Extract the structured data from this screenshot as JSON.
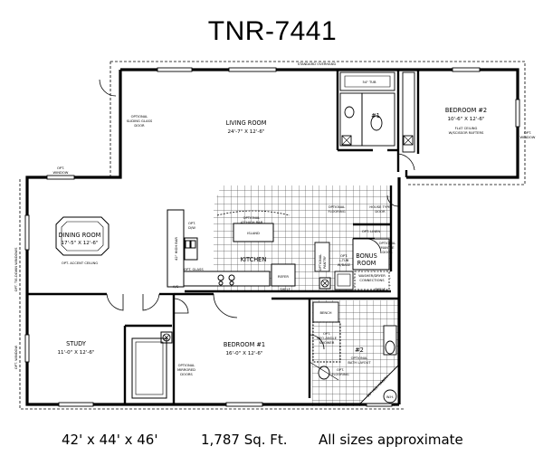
{
  "title": "TNR-7441",
  "footer": {
    "dimensions": "42' x 44' x 46'",
    "area": "1,787 Sq. Ft.",
    "disclaimer": "All sizes approximate"
  },
  "labels": {
    "standard_overhang": "STANDARD OVERHANG",
    "living_room": "LIVING ROOM",
    "living_room_size": "24'-7\" X 12'-6\"",
    "sliding_door": [
      "OPTIONAL",
      "SLIDING GLASS",
      "DOOR"
    ],
    "tub": "54\" TUB",
    "bath1": "#1",
    "bedroom2": "BEDROOM #2",
    "bedroom2_size": "10'-6\" X 12'-6\"",
    "flat_ceiling": [
      "FLAT CEILING",
      "W/SCISSOR RAFTERS"
    ],
    "window": [
      "OPT.",
      "WINDOW"
    ],
    "opt_window": "OPT. WINDOW",
    "tie_windows": "OPT. TIE-DOWN WINDOWS",
    "dining_room": "DINING ROOM",
    "dining_room_size": "17'-5\" X 12'-6\"",
    "accent_ceiling": "OPT. ACCENT CEILING",
    "optional_flooring": [
      "OPTIONAL",
      "FLOORING"
    ],
    "house_type_door": [
      "HOUSE TYPE",
      "DOOR"
    ],
    "high_bar": [
      "OPTIONAL",
      "42\"HIGH BAR"
    ],
    "island": "ISLAND",
    "kitchen": "KITCHEN",
    "opt_dw": [
      "OPT.",
      "D/W"
    ],
    "bar_42": "42\" HIGH BAR",
    "opt_glass": "OPT. GLASS",
    "refer": "REFER",
    "shelf": "SHELF",
    "ac": "A/C",
    "pantry": [
      "OPTIONAL",
      "PANTRY"
    ],
    "opt_linen": "OPT. LINEN",
    "mantle_door": [
      "OPTIONAL",
      "MANTLE",
      "DOOR"
    ],
    "bonus_room": [
      "BONUS",
      "ROOM"
    ],
    "laundry": [
      "OPT.",
      "L-TUB",
      "W/BASE"
    ],
    "washer_dryer": [
      "WASHER/DRYER",
      "CONNECTIONS"
    ],
    "shelf2": "SHELF",
    "study": "STUDY",
    "study_size": "11'-0\" X 12'-6\"",
    "bedroom1": "BEDROOM #1",
    "bedroom1_size": "16'-0\" X 12'-6\"",
    "mirrored_doors": [
      "OPTIONAL",
      "MIRRORED",
      "DOORS"
    ],
    "bench": "BENCH",
    "neo_shower": [
      "OPT.",
      "NEO-ANGLE",
      "SHOWER"
    ],
    "bath2": "#2",
    "bath_layout": [
      "OPTIONAL",
      "BATH LAYOUT"
    ],
    "flooring2": [
      "OPT.",
      "FLOORING"
    ],
    "vanity": "30\" HIGH VANITY",
    "wh": "W.H."
  }
}
